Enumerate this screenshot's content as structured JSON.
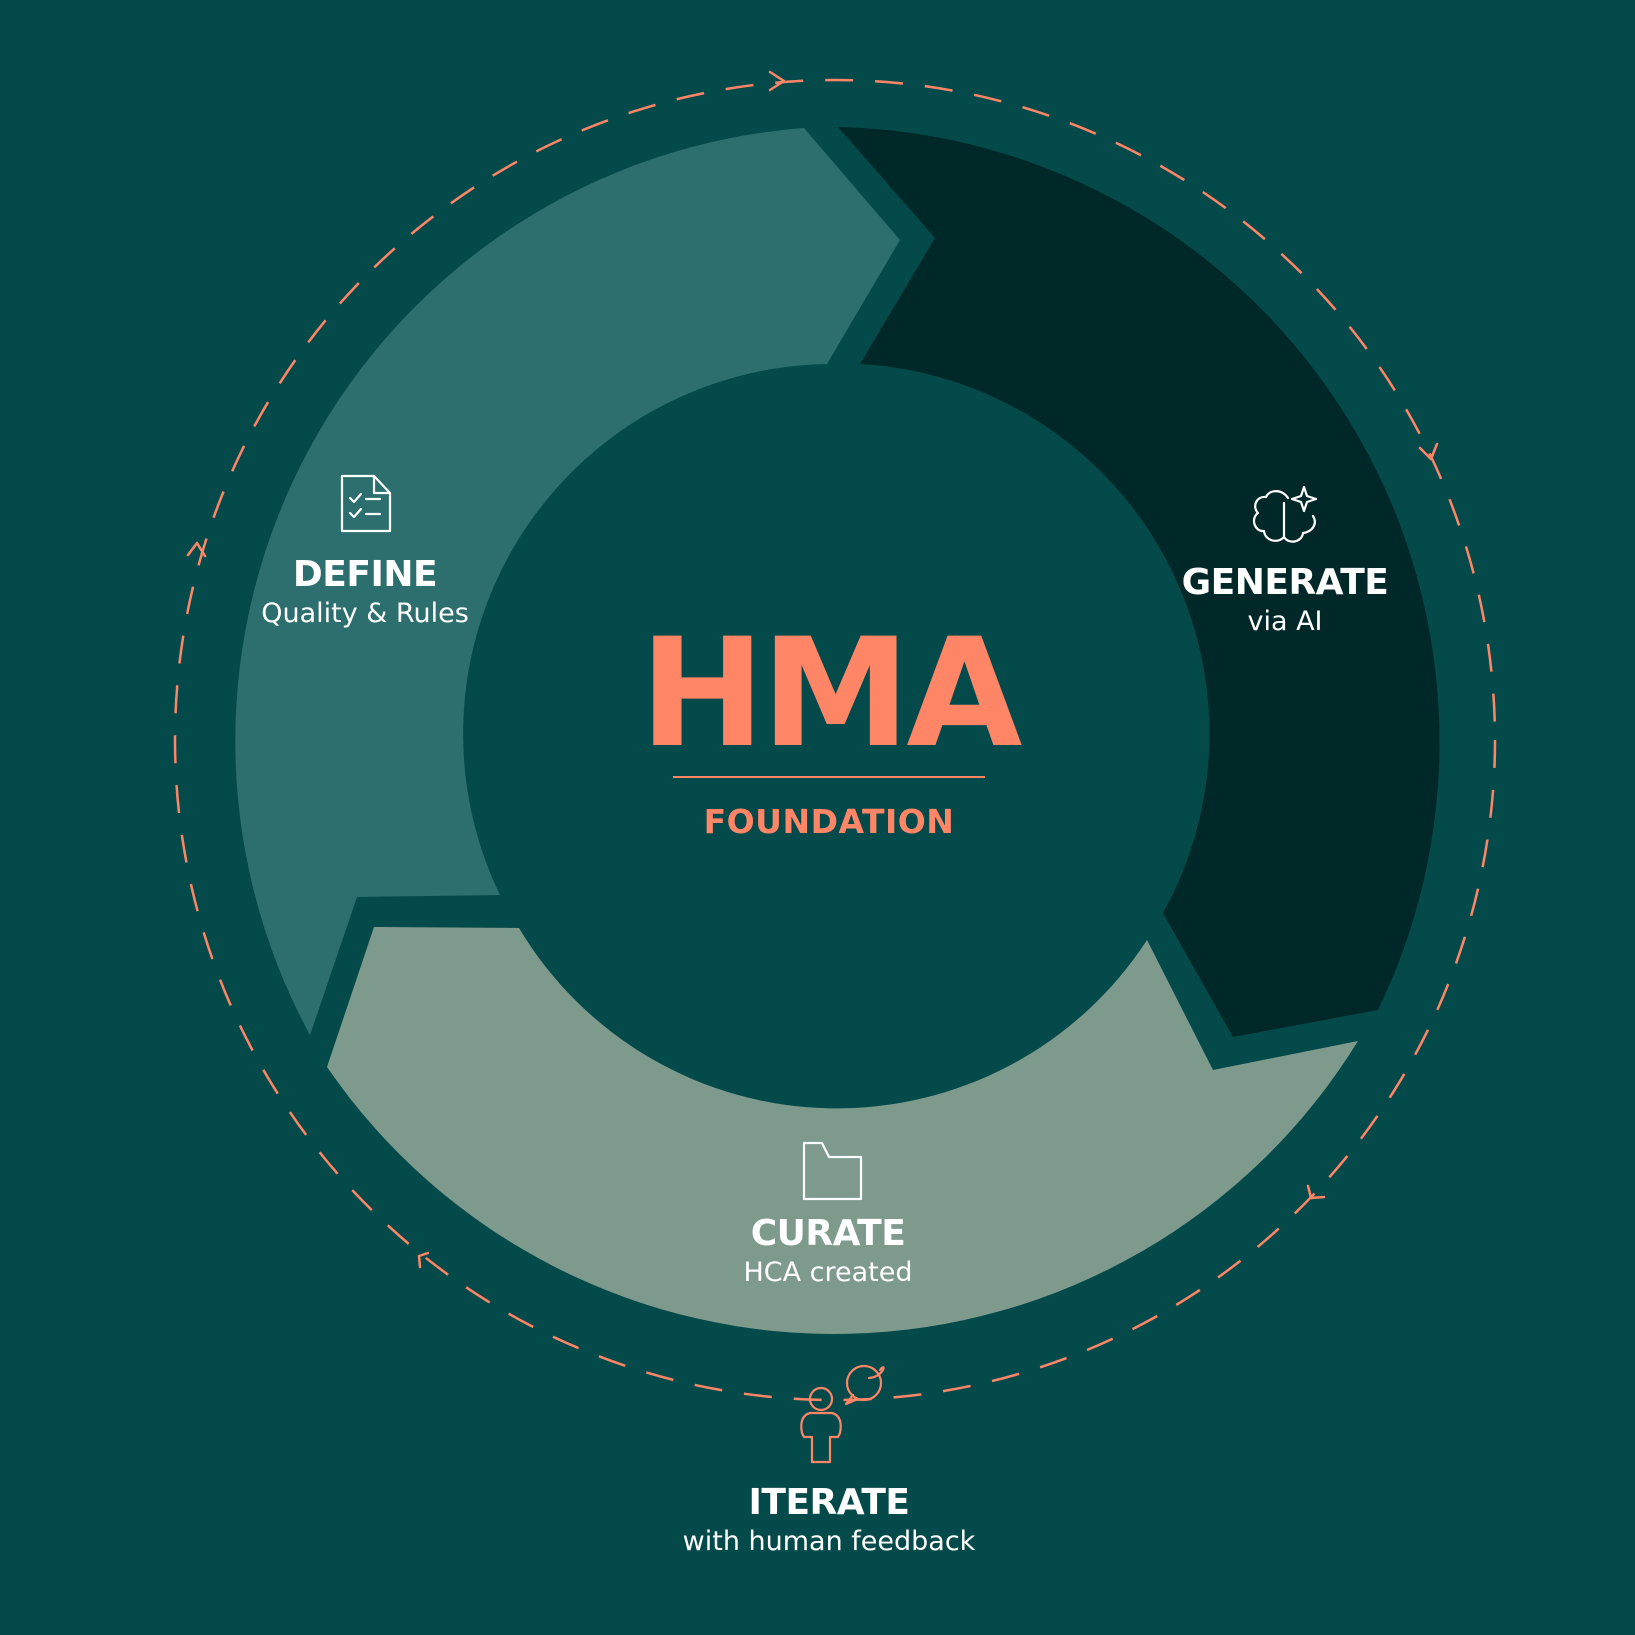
{
  "center": {
    "title": "HMA",
    "subtitle": "FOUNDATION"
  },
  "stages": [
    {
      "id": "define",
      "title": "DEFINE",
      "subtitle": "Quality & Rules",
      "icon": "checklist-document-icon",
      "color": "#2c6f6e"
    },
    {
      "id": "generate",
      "title": "GENERATE",
      "subtitle": "via AI",
      "icon": "ai-brain-sparkle-icon",
      "color": "#012828"
    },
    {
      "id": "curate",
      "title": "CURATE",
      "subtitle": "HCA created",
      "icon": "folder-icon",
      "color": "#7d9a8d"
    }
  ],
  "iterate": {
    "title": "ITERATE",
    "subtitle": "with human feedback",
    "icon": "person-speech-bubble-icon"
  },
  "colors": {
    "background": "#054a4a",
    "accent": "#ff8567",
    "text": "#ffffff"
  }
}
